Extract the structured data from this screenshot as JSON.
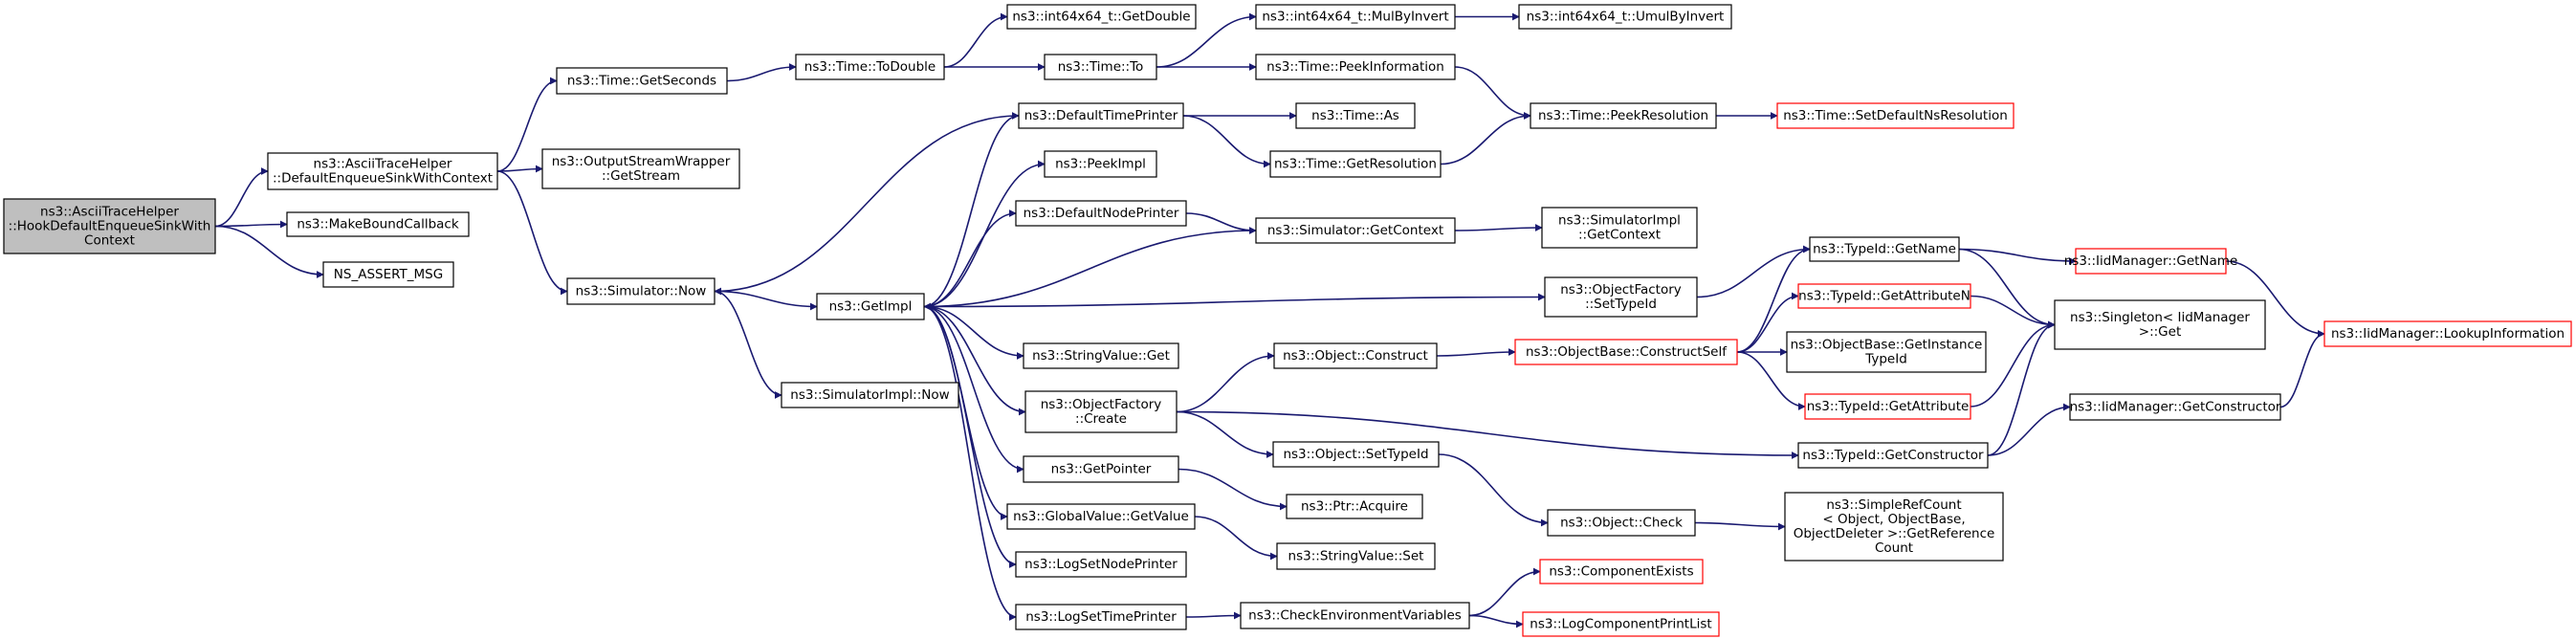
{
  "nodes": [
    {
      "id": "root",
      "lines": [
        "ns3::AsciiTraceHelper",
        "::HookDefaultEnqueueSinkWith",
        "Context"
      ],
      "root": true
    },
    {
      "id": "n1",
      "lines": [
        "ns3::AsciiTraceHelper",
        "::DefaultEnqueueSinkWithContext"
      ]
    },
    {
      "id": "n2",
      "lines": [
        "ns3::MakeBoundCallback"
      ]
    },
    {
      "id": "n3",
      "lines": [
        "NS_ASSERT_MSG"
      ]
    },
    {
      "id": "n4",
      "lines": [
        "ns3::Time::GetSeconds"
      ]
    },
    {
      "id": "n5",
      "lines": [
        "ns3::OutputStreamWrapper",
        "::GetStream"
      ]
    },
    {
      "id": "n6",
      "lines": [
        "ns3::Simulator::Now"
      ]
    },
    {
      "id": "n7",
      "lines": [
        "ns3::Time::ToDouble"
      ]
    },
    {
      "id": "n8",
      "lines": [
        "ns3::int64x64_t::GetDouble"
      ]
    },
    {
      "id": "n9",
      "lines": [
        "ns3::Time::To"
      ]
    },
    {
      "id": "n10",
      "lines": [
        "ns3::int64x64_t::MulByInvert"
      ]
    },
    {
      "id": "n11",
      "lines": [
        "ns3::int64x64_t::UmulByInvert"
      ]
    },
    {
      "id": "n12",
      "lines": [
        "ns3::Time::PeekInformation"
      ]
    },
    {
      "id": "n13",
      "lines": [
        "ns3::Time::PeekResolution"
      ]
    },
    {
      "id": "n14",
      "lines": [
        "ns3::Time::SetDefaultNsResolution"
      ],
      "trunc": true
    },
    {
      "id": "n15",
      "lines": [
        "ns3::DefaultTimePrinter"
      ]
    },
    {
      "id": "n16",
      "lines": [
        "ns3::Time::As"
      ]
    },
    {
      "id": "n17",
      "lines": [
        "ns3::Time::GetResolution"
      ]
    },
    {
      "id": "n18",
      "lines": [
        "ns3::PeekImpl"
      ]
    },
    {
      "id": "n19",
      "lines": [
        "ns3::DefaultNodePrinter"
      ]
    },
    {
      "id": "n20",
      "lines": [
        "ns3::Simulator::GetContext"
      ]
    },
    {
      "id": "n21",
      "lines": [
        "ns3::SimulatorImpl",
        "::GetContext"
      ]
    },
    {
      "id": "n22",
      "lines": [
        "ns3::GetImpl"
      ]
    },
    {
      "id": "n23",
      "lines": [
        "ns3::SimulatorImpl::Now"
      ]
    },
    {
      "id": "n24",
      "lines": [
        "ns3::ObjectFactory",
        "::SetTypeId"
      ]
    },
    {
      "id": "n25",
      "lines": [
        "ns3::TypeId::GetName"
      ]
    },
    {
      "id": "n26",
      "lines": [
        "ns3::IidManager::GetName"
      ],
      "trunc": true
    },
    {
      "id": "n27",
      "lines": [
        "ns3::IidManager::LookupInformation"
      ],
      "trunc": true
    },
    {
      "id": "n28",
      "lines": [
        "ns3::TypeId::GetAttributeN"
      ],
      "trunc": true
    },
    {
      "id": "n29",
      "lines": [
        "ns3::Singleton< IidManager",
        " >::Get"
      ]
    },
    {
      "id": "n30",
      "lines": [
        "ns3::StringValue::Get"
      ]
    },
    {
      "id": "n31",
      "lines": [
        "ns3::Object::Construct"
      ]
    },
    {
      "id": "n32",
      "lines": [
        "ns3::ObjectBase::ConstructSelf"
      ],
      "trunc": true
    },
    {
      "id": "n33",
      "lines": [
        "ns3::ObjectBase::GetInstance",
        "TypeId"
      ]
    },
    {
      "id": "n34",
      "lines": [
        "ns3::TypeId::GetAttribute"
      ],
      "trunc": true
    },
    {
      "id": "n35",
      "lines": [
        "ns3::ObjectFactory",
        "::Create"
      ]
    },
    {
      "id": "n36",
      "lines": [
        "ns3::IidManager::GetConstructor"
      ]
    },
    {
      "id": "n37",
      "lines": [
        "ns3::TypeId::GetConstructor"
      ]
    },
    {
      "id": "n38",
      "lines": [
        "ns3::Object::SetTypeId"
      ]
    },
    {
      "id": "n39",
      "lines": [
        "ns3::GetPointer"
      ]
    },
    {
      "id": "n40",
      "lines": [
        "ns3::Ptr::Acquire"
      ]
    },
    {
      "id": "n41",
      "lines": [
        "ns3::Object::Check"
      ]
    },
    {
      "id": "n42",
      "lines": [
        "ns3::SimpleRefCount",
        "< Object, ObjectBase,",
        " ObjectDeleter >::GetReference",
        "Count"
      ]
    },
    {
      "id": "n43",
      "lines": [
        "ns3::GlobalValue::GetValue"
      ]
    },
    {
      "id": "n44",
      "lines": [
        "ns3::StringValue::Set"
      ]
    },
    {
      "id": "n45",
      "lines": [
        "ns3::LogSetNodePrinter"
      ]
    },
    {
      "id": "n46",
      "lines": [
        "ns3::LogSetTimePrinter"
      ]
    },
    {
      "id": "n47",
      "lines": [
        "ns3::CheckEnvironmentVariables"
      ]
    },
    {
      "id": "n48",
      "lines": [
        "ns3::ComponentExists"
      ],
      "trunc": true
    },
    {
      "id": "n49",
      "lines": [
        "ns3::LogComponentPrintList"
      ],
      "trunc": true
    }
  ],
  "edges": [
    [
      "root",
      "n1"
    ],
    [
      "root",
      "n2"
    ],
    [
      "root",
      "n3"
    ],
    [
      "n1",
      "n4"
    ],
    [
      "n1",
      "n5"
    ],
    [
      "n1",
      "n6"
    ],
    [
      "n4",
      "n7"
    ],
    [
      "n7",
      "n8"
    ],
    [
      "n7",
      "n9"
    ],
    [
      "n9",
      "n10"
    ],
    [
      "n10",
      "n11"
    ],
    [
      "n9",
      "n12"
    ],
    [
      "n12",
      "n13"
    ],
    [
      "n13",
      "n14"
    ],
    [
      "n6",
      "n22"
    ],
    [
      "n6",
      "n23"
    ],
    [
      "n22",
      "n15"
    ],
    [
      "n15",
      "n6"
    ],
    [
      "n15",
      "n16"
    ],
    [
      "n15",
      "n17"
    ],
    [
      "n17",
      "n13"
    ],
    [
      "n22",
      "n18"
    ],
    [
      "n22",
      "n19"
    ],
    [
      "n19",
      "n20"
    ],
    [
      "n20",
      "n21"
    ],
    [
      "n20",
      "n22"
    ],
    [
      "n22",
      "n24"
    ],
    [
      "n24",
      "n25"
    ],
    [
      "n25",
      "n26"
    ],
    [
      "n26",
      "n27"
    ],
    [
      "n25",
      "n29"
    ],
    [
      "n22",
      "n30"
    ],
    [
      "n22",
      "n35"
    ],
    [
      "n35",
      "n31"
    ],
    [
      "n31",
      "n32"
    ],
    [
      "n32",
      "n25"
    ],
    [
      "n32",
      "n28"
    ],
    [
      "n28",
      "n29"
    ],
    [
      "n32",
      "n33"
    ],
    [
      "n32",
      "n34"
    ],
    [
      "n34",
      "n29"
    ],
    [
      "n35",
      "n37"
    ],
    [
      "n37",
      "n29"
    ],
    [
      "n37",
      "n36"
    ],
    [
      "n36",
      "n27"
    ],
    [
      "n35",
      "n38"
    ],
    [
      "n38",
      "n41"
    ],
    [
      "n41",
      "n42"
    ],
    [
      "n22",
      "n39"
    ],
    [
      "n39",
      "n40"
    ],
    [
      "n22",
      "n43"
    ],
    [
      "n43",
      "n44"
    ],
    [
      "n22",
      "n45"
    ],
    [
      "n22",
      "n46"
    ],
    [
      "n46",
      "n47"
    ],
    [
      "n47",
      "n48"
    ],
    [
      "n47",
      "n49"
    ]
  ]
}
